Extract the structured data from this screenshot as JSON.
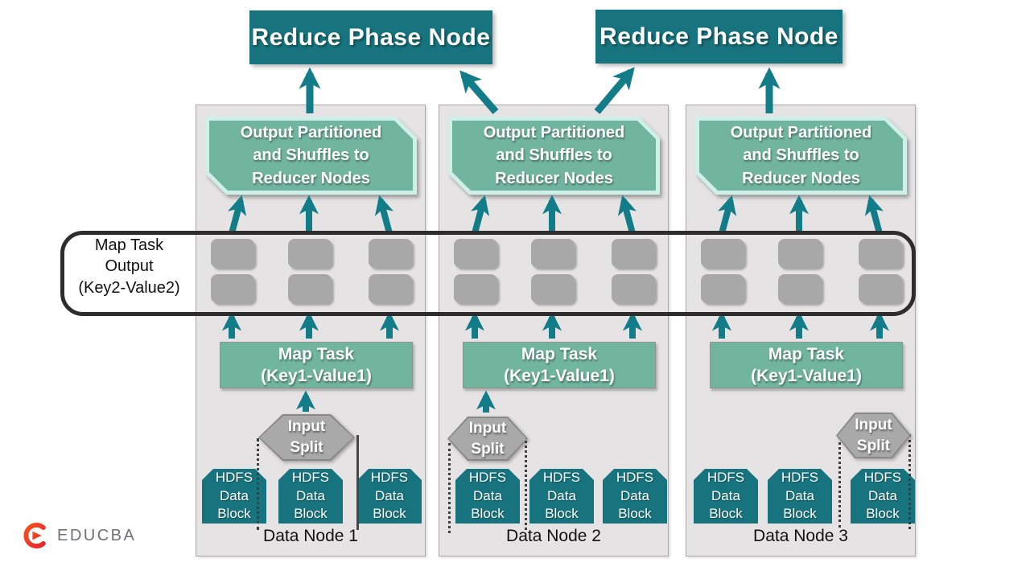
{
  "colors": {
    "teal": "#17737d",
    "arrow_teal": "#127d88",
    "green": "#72b59f",
    "mint_border": "#cff0e6",
    "column_bg": "#e5e3e3",
    "gray_record": "#a8a8a8",
    "hex_gray": "#a9a9a9",
    "band_border": "#2d2d2d",
    "logo_red": "#e8262d",
    "logo_orange": "#f4511e",
    "logo_text_gray": "#6f7073"
  },
  "reduce_nodes": [
    {
      "label": "Reduce Phase Node"
    },
    {
      "label": "Reduce Phase Node"
    }
  ],
  "band": {
    "label": "Map Task\nOutput\n(Key2-Value2)"
  },
  "columns": [
    {
      "name": "Data Node 1",
      "output_box": "Output Partitioned\nand Shuffles to\nReducer Nodes",
      "map_task": "Map Task\n(Key1-Value1)",
      "input_split": "Input\nSplit",
      "hdfs_blocks": [
        "HDFS\nData\nBlock",
        "HDFS\nData\nBlock",
        "HDFS\nData\nBlock"
      ]
    },
    {
      "name": "Data Node 2",
      "output_box": "Output Partitioned\nand Shuffles to\nReducer Nodes",
      "map_task": "Map Task\n(Key1-Value1)",
      "input_split": "Input\nSplit",
      "hdfs_blocks": [
        "HDFS\nData\nBlock",
        "HDFS\nData\nBlock",
        "HDFS\nData\nBlock"
      ]
    },
    {
      "name": "Data Node 3",
      "output_box": "Output Partitioned\nand Shuffles to\nReducer Nodes",
      "map_task": "Map Task\n(Key1-Value1)",
      "input_split": "Input\nSplit",
      "hdfs_blocks": [
        "HDFS\nData\nBlock",
        "HDFS\nData\nBlock",
        "HDFS\nData\nBlock"
      ]
    }
  ],
  "logo": {
    "brand": "EDUCBA"
  }
}
